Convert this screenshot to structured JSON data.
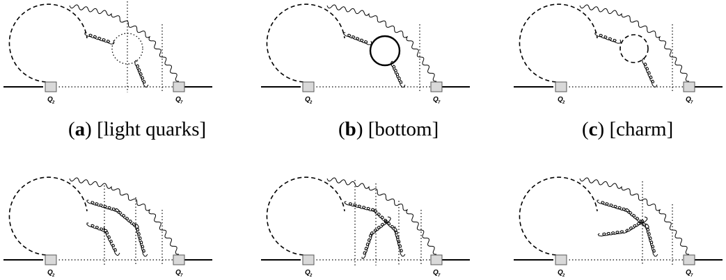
{
  "operators": {
    "left": "Q",
    "left_sub": "2",
    "right": "Q",
    "right_sub": "7"
  },
  "captions": [
    {
      "letter": "a",
      "text": "[light quarks]"
    },
    {
      "letter": "b",
      "text": "[bottom]"
    },
    {
      "letter": "c",
      "text": "[charm]"
    }
  ],
  "diagrams": [
    {
      "id": "a",
      "loop": "light-quark-loop"
    },
    {
      "id": "b",
      "loop": "bottom-quark-loop"
    },
    {
      "id": "c",
      "loop": "charm-quark-loop"
    },
    {
      "id": "d",
      "loop": "none"
    },
    {
      "id": "e",
      "loop": "none"
    },
    {
      "id": "f",
      "loop": "none"
    }
  ]
}
